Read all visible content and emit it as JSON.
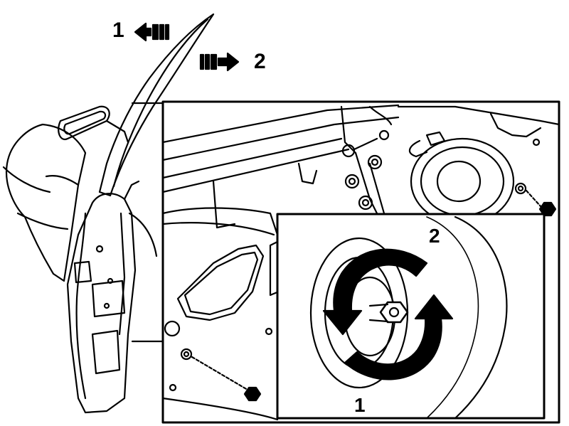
{
  "labels": {
    "top_arrow_left": "1",
    "top_arrow_right": "2",
    "detail_arrow_top": "2",
    "detail_arrow_bottom": "1"
  },
  "colors": {
    "ink": "#000000",
    "paper": "#ffffff"
  },
  "icons": [
    "double-arrow-left-icon",
    "double-arrow-right-icon",
    "rotate-counterclockwise-icon",
    "rotate-clockwise-icon"
  ]
}
